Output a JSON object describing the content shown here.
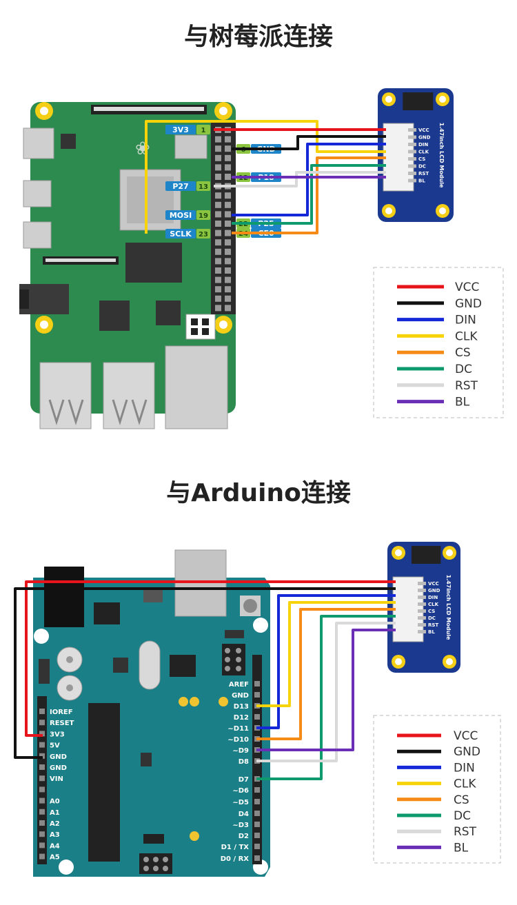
{
  "titles": {
    "raspberry": "与树莓派连接",
    "arduino": "与Arduino连接"
  },
  "colors": {
    "VCC": "#e8141c",
    "GND": "#111111",
    "DIN": "#1428d8",
    "CLK": "#f7d40a",
    "CS": "#f58a16",
    "DC": "#0f9a6e",
    "RST": "#d9d9d9",
    "BL": "#6a2fb5",
    "pi_board": "#2e8b4f",
    "arduino_board": "#1a7f86",
    "lcd_board": "#1b3a8f",
    "pin_tag": "#1e86c8",
    "pin_num": "#8bc53f"
  },
  "legend": [
    {
      "name": "VCC",
      "color": "#e8141c"
    },
    {
      "name": "GND",
      "color": "#111111"
    },
    {
      "name": "DIN",
      "color": "#1428d8"
    },
    {
      "name": "CLK",
      "color": "#f7d40a"
    },
    {
      "name": "CS",
      "color": "#f58a16"
    },
    {
      "name": "DC",
      "color": "#0f9a6e"
    },
    {
      "name": "RST",
      "color": "#d9d9d9"
    },
    {
      "name": "BL",
      "color": "#6a2fb5"
    }
  ],
  "lcd_module": {
    "title": "1.47inch LCD Module",
    "pins": [
      "VCC",
      "GND",
      "DIN",
      "CLK",
      "CS",
      "DC",
      "RST",
      "BL"
    ]
  },
  "pi_pins_left": [
    {
      "label": "3V3",
      "num": "1"
    },
    {
      "label": "P27",
      "num": "13"
    },
    {
      "label": "MOSI",
      "num": "19"
    },
    {
      "label": "SCLK",
      "num": "23"
    }
  ],
  "pi_pins_right": [
    {
      "label": "GND",
      "num": "6"
    },
    {
      "label": "P18",
      "num": "12"
    },
    {
      "label": "P25",
      "num": "22"
    },
    {
      "label": "CE0",
      "num": "24"
    }
  ],
  "arduino_left_pins": [
    "IOREF",
    "RESET",
    "3V3",
    "5V",
    "GND",
    "GND",
    "VIN",
    "",
    "A0",
    "A1",
    "A2",
    "A3",
    "A4",
    "A5"
  ],
  "arduino_right_pins": [
    "AREF",
    "GND",
    "D13",
    "D12",
    "~D11",
    "~D10",
    "~D9",
    "D8",
    "",
    "D7",
    "~D6",
    "~D5",
    "D4",
    "~D3",
    "D2",
    "D1 / TX",
    "D0 / RX"
  ]
}
